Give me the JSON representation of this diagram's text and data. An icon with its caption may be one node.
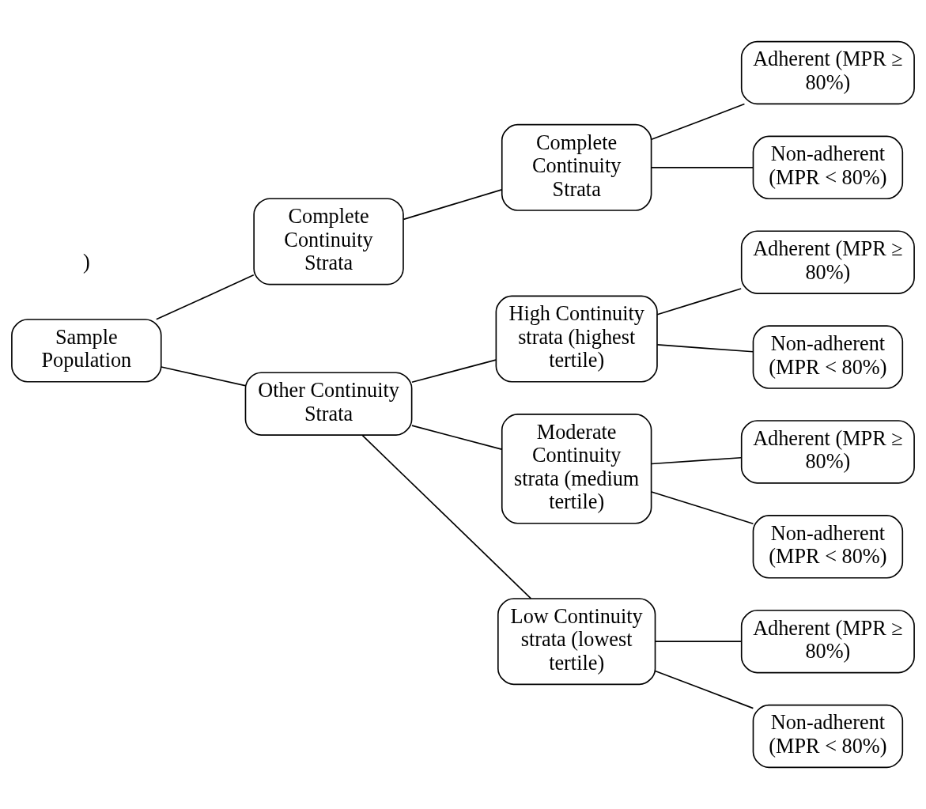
{
  "diagram": {
    "nodes": [
      {
        "text": [
          "Sample Population"
        ]
      },
      {
        "text": [
          "Complete Continuity Strata"
        ]
      },
      {
        "text": [
          "Other Continuity Strata"
        ]
      },
      {
        "text": [
          "Complete Continuity Strata"
        ]
      },
      {
        "text": [
          "High Continuity strata (highest tertile)"
        ]
      },
      {
        "text": [
          "Moderate Continuity strata (medium tertile)"
        ]
      },
      {
        "text": [
          "Low Continuity strata (lowest tertile)"
        ]
      },
      {
        "text": [
          "Adherent (MPR ≥ 80%)"
        ]
      },
      {
        "text": [
          "Non-adherent (MPR < 80%)"
        ]
      },
      {
        "text": [
          "Adherent (MPR ≥ 80%)"
        ]
      },
      {
        "text": [
          "Non-adherent (MPR < 80%)"
        ]
      },
      {
        "text": [
          "Adherent (MPR ≥ 80%)"
        ]
      },
      {
        "text": [
          "Non-adherent (MPR < 80%)"
        ]
      },
      {
        "text": [
          "Adherent (MPR ≥ 80%)"
        ]
      },
      {
        "text": [
          "Non-adherent (MPR < 80%)"
        ]
      }
    ],
    "edges": [
      {
        "from": 0,
        "to": 1,
        "arrow": "none"
      },
      {
        "from": 0,
        "to": 2,
        "arrow": "none"
      },
      {
        "from": 1,
        "to": 3,
        "arrow": "none"
      },
      {
        "from": 2,
        "to": 4,
        "arrow": "none"
      },
      {
        "from": 2,
        "to": 5,
        "arrow": "none"
      },
      {
        "from": 2,
        "to": 6,
        "arrow": "none"
      },
      {
        "from": 3,
        "to": 7,
        "arrow": "none"
      },
      {
        "from": 3,
        "to": 8,
        "arrow": "none"
      },
      {
        "from": 4,
        "to": 9,
        "arrow": "none"
      },
      {
        "from": 4,
        "to": 10,
        "arrow": "none"
      },
      {
        "from": 5,
        "to": 11,
        "arrow": "none"
      },
      {
        "from": 5,
        "to": 12,
        "arrow": "none"
      },
      {
        "from": 6,
        "to": 13,
        "arrow": "none"
      },
      {
        "from": 6,
        "to": 14,
        "arrow": "none"
      }
    ],
    "labels": [
      ")"
    ]
  }
}
